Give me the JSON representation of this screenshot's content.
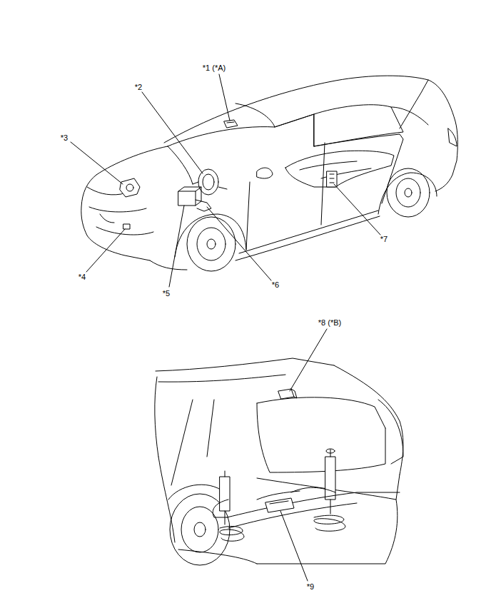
{
  "diagram": {
    "labels": [
      "*1 (*A)",
      "*2",
      "*3",
      "*4",
      "*5",
      "*6",
      "*7",
      "*8 (*B)",
      "*9"
    ]
  }
}
